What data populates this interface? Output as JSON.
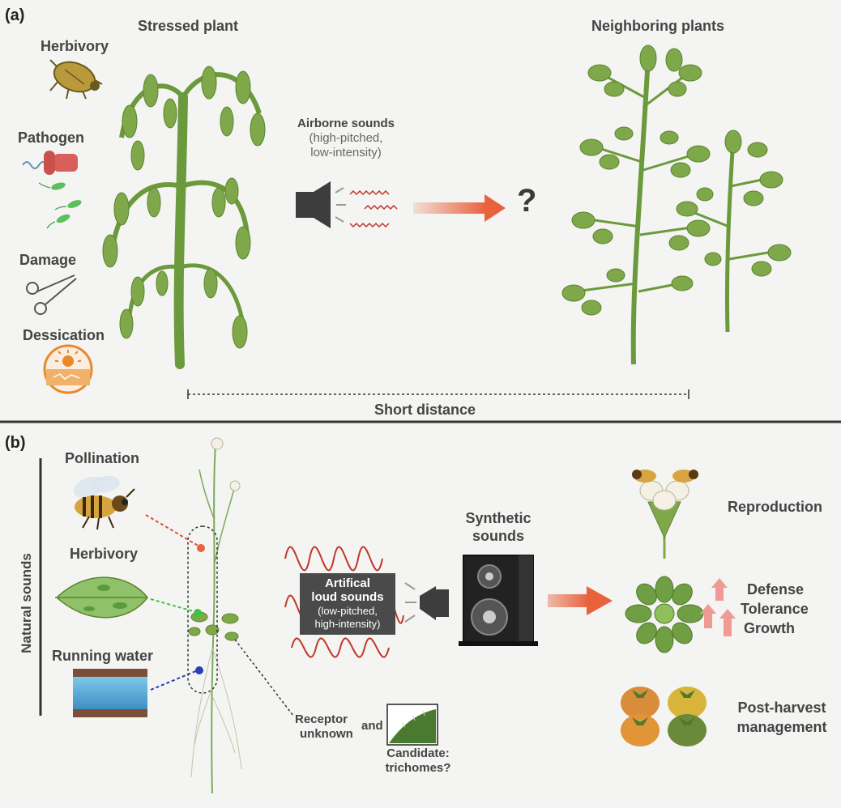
{
  "panel_a": {
    "label": "(a)",
    "stressed_plant": "Stressed plant",
    "neighboring_plants": "Neighboring plants",
    "stressors": [
      "Herbivory",
      "Pathogen",
      "Damage",
      "Dessication"
    ],
    "airborne_title": "Airborne sounds",
    "airborne_line1": "(high-pitched,",
    "airborne_line2": "low-intensity)",
    "question": "?",
    "distance": "Short distance"
  },
  "panel_b": {
    "label": "(b)",
    "natural_sounds": "Natural sounds",
    "sources": [
      "Pollination",
      "Herbivory",
      "Running water"
    ],
    "artificial_line1": "Artifical",
    "artificial_line2": "loud sounds",
    "artificial_line3": "(low-pitched,",
    "artificial_line4": "high-intensity)",
    "synthetic_line1": "Synthetic",
    "synthetic_line2": "sounds",
    "receptor_line1": "Receptor",
    "receptor_line2": "unknown",
    "and": "and",
    "candidate_line1": "Candidate:",
    "candidate_line2": "trichomes?",
    "reproduction": "Reproduction",
    "effects": [
      "Defense",
      "Tolerance",
      "Growth"
    ],
    "postharvest_line1": "Post-harvest",
    "postharvest_line2": "management"
  },
  "colors": {
    "arrow": "#e8623c",
    "leaf": "#7fa84a",
    "stem": "#6b9a3c",
    "wave": "#c0392b",
    "divider": "#333333"
  }
}
